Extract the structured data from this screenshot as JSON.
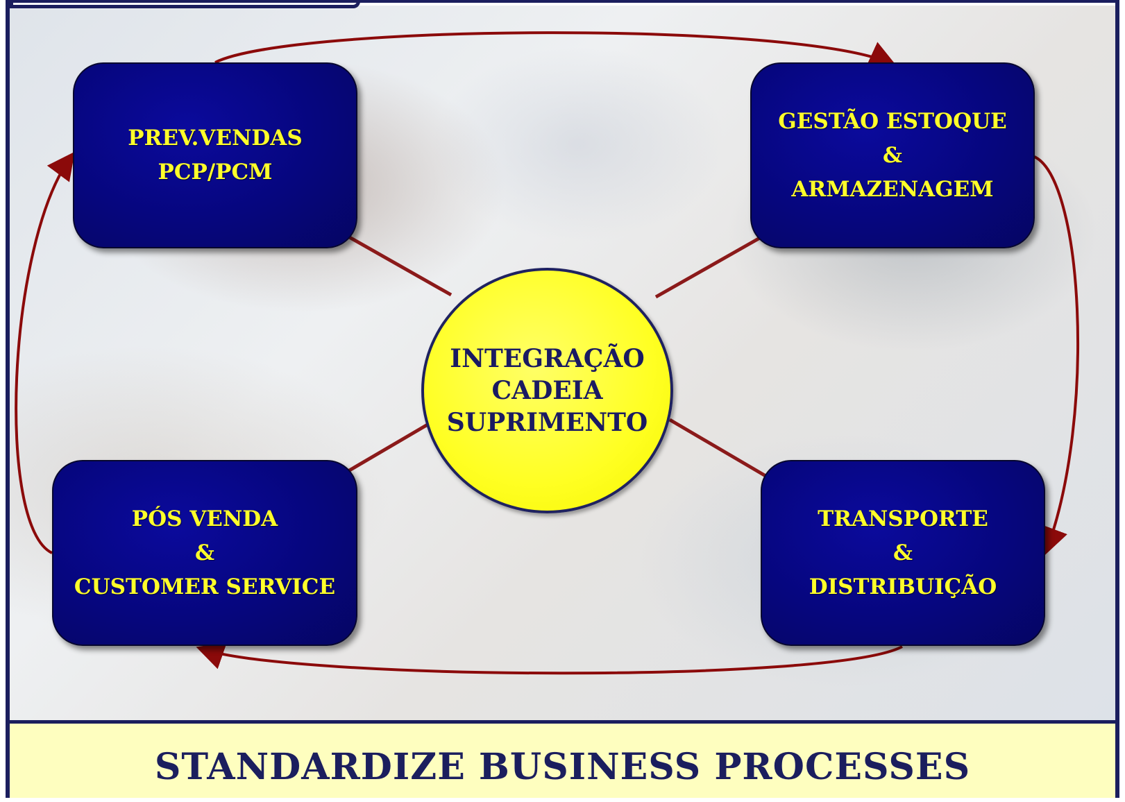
{
  "diagram": {
    "center": {
      "lines": [
        "INTEGRAÇÃO",
        "CADEIA",
        "SUPRIMENTO"
      ]
    },
    "nodes": {
      "top_left": {
        "lines": [
          "PREV.VENDAS",
          "PCP/PCM"
        ]
      },
      "top_right": {
        "lines": [
          "GESTÃO ESTOQUE",
          "&",
          "ARMAZENAGEM"
        ]
      },
      "bottom_right": {
        "lines": [
          "TRANSPORTE",
          "&",
          "DISTRIBUIÇÃO"
        ]
      },
      "bottom_left": {
        "lines": [
          "PÓS VENDA",
          "&",
          "CUSTOMER SERVICE"
        ]
      }
    },
    "flow_order": [
      "top_left",
      "top_right",
      "bottom_right",
      "bottom_left"
    ],
    "colors": {
      "box_fill": "#06067e",
      "box_text": "#ffff2a",
      "center_fill": "#ffff22",
      "center_text": "#1a1a62",
      "arrow": "#8b0a0a",
      "frame": "#1b1e5e",
      "banner_fill": "#fefebf"
    }
  },
  "banner": {
    "text": "STANDARDIZE BUSINESS PROCESSES"
  }
}
